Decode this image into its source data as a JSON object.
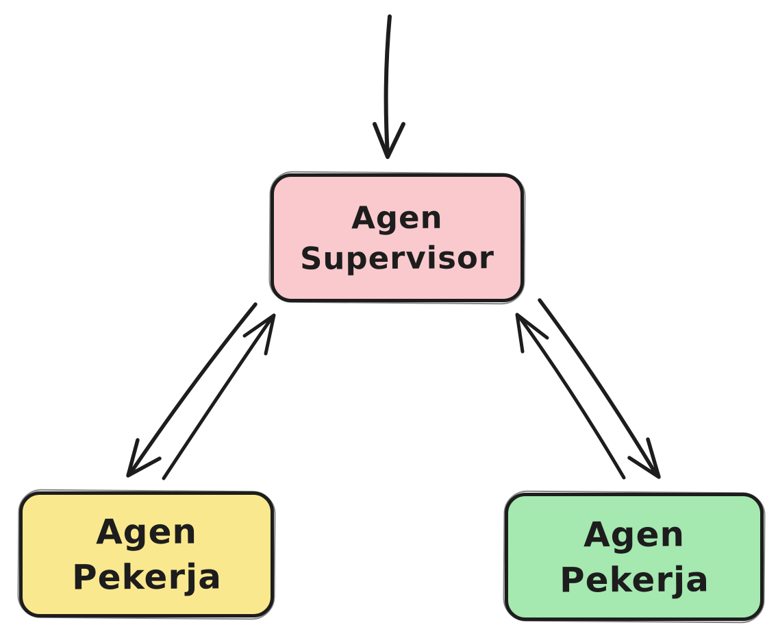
{
  "diagram": {
    "background": "#ffffff",
    "stroke_color": "#1d1d1d",
    "text_color": "#1d1d1d",
    "nodes": {
      "supervisor": {
        "line1": "Agen",
        "line2": "Supervisor",
        "fill": "#f9c9cd"
      },
      "worker_left": {
        "line1": "Agen",
        "line2": "Pekerja",
        "fill": "#fae88f"
      },
      "worker_right": {
        "line1": "Agen",
        "line2": "Pekerja",
        "fill": "#a5e8b0"
      }
    },
    "edges": [
      {
        "name": "input-to-supervisor",
        "from": "external-top",
        "to": "supervisor",
        "direction": "down"
      },
      {
        "name": "supervisor-left-worker",
        "from": "supervisor",
        "to": "worker_left",
        "direction": "bidirectional"
      },
      {
        "name": "supervisor-right-worker",
        "from": "supervisor",
        "to": "worker_right",
        "direction": "bidirectional"
      }
    ]
  }
}
